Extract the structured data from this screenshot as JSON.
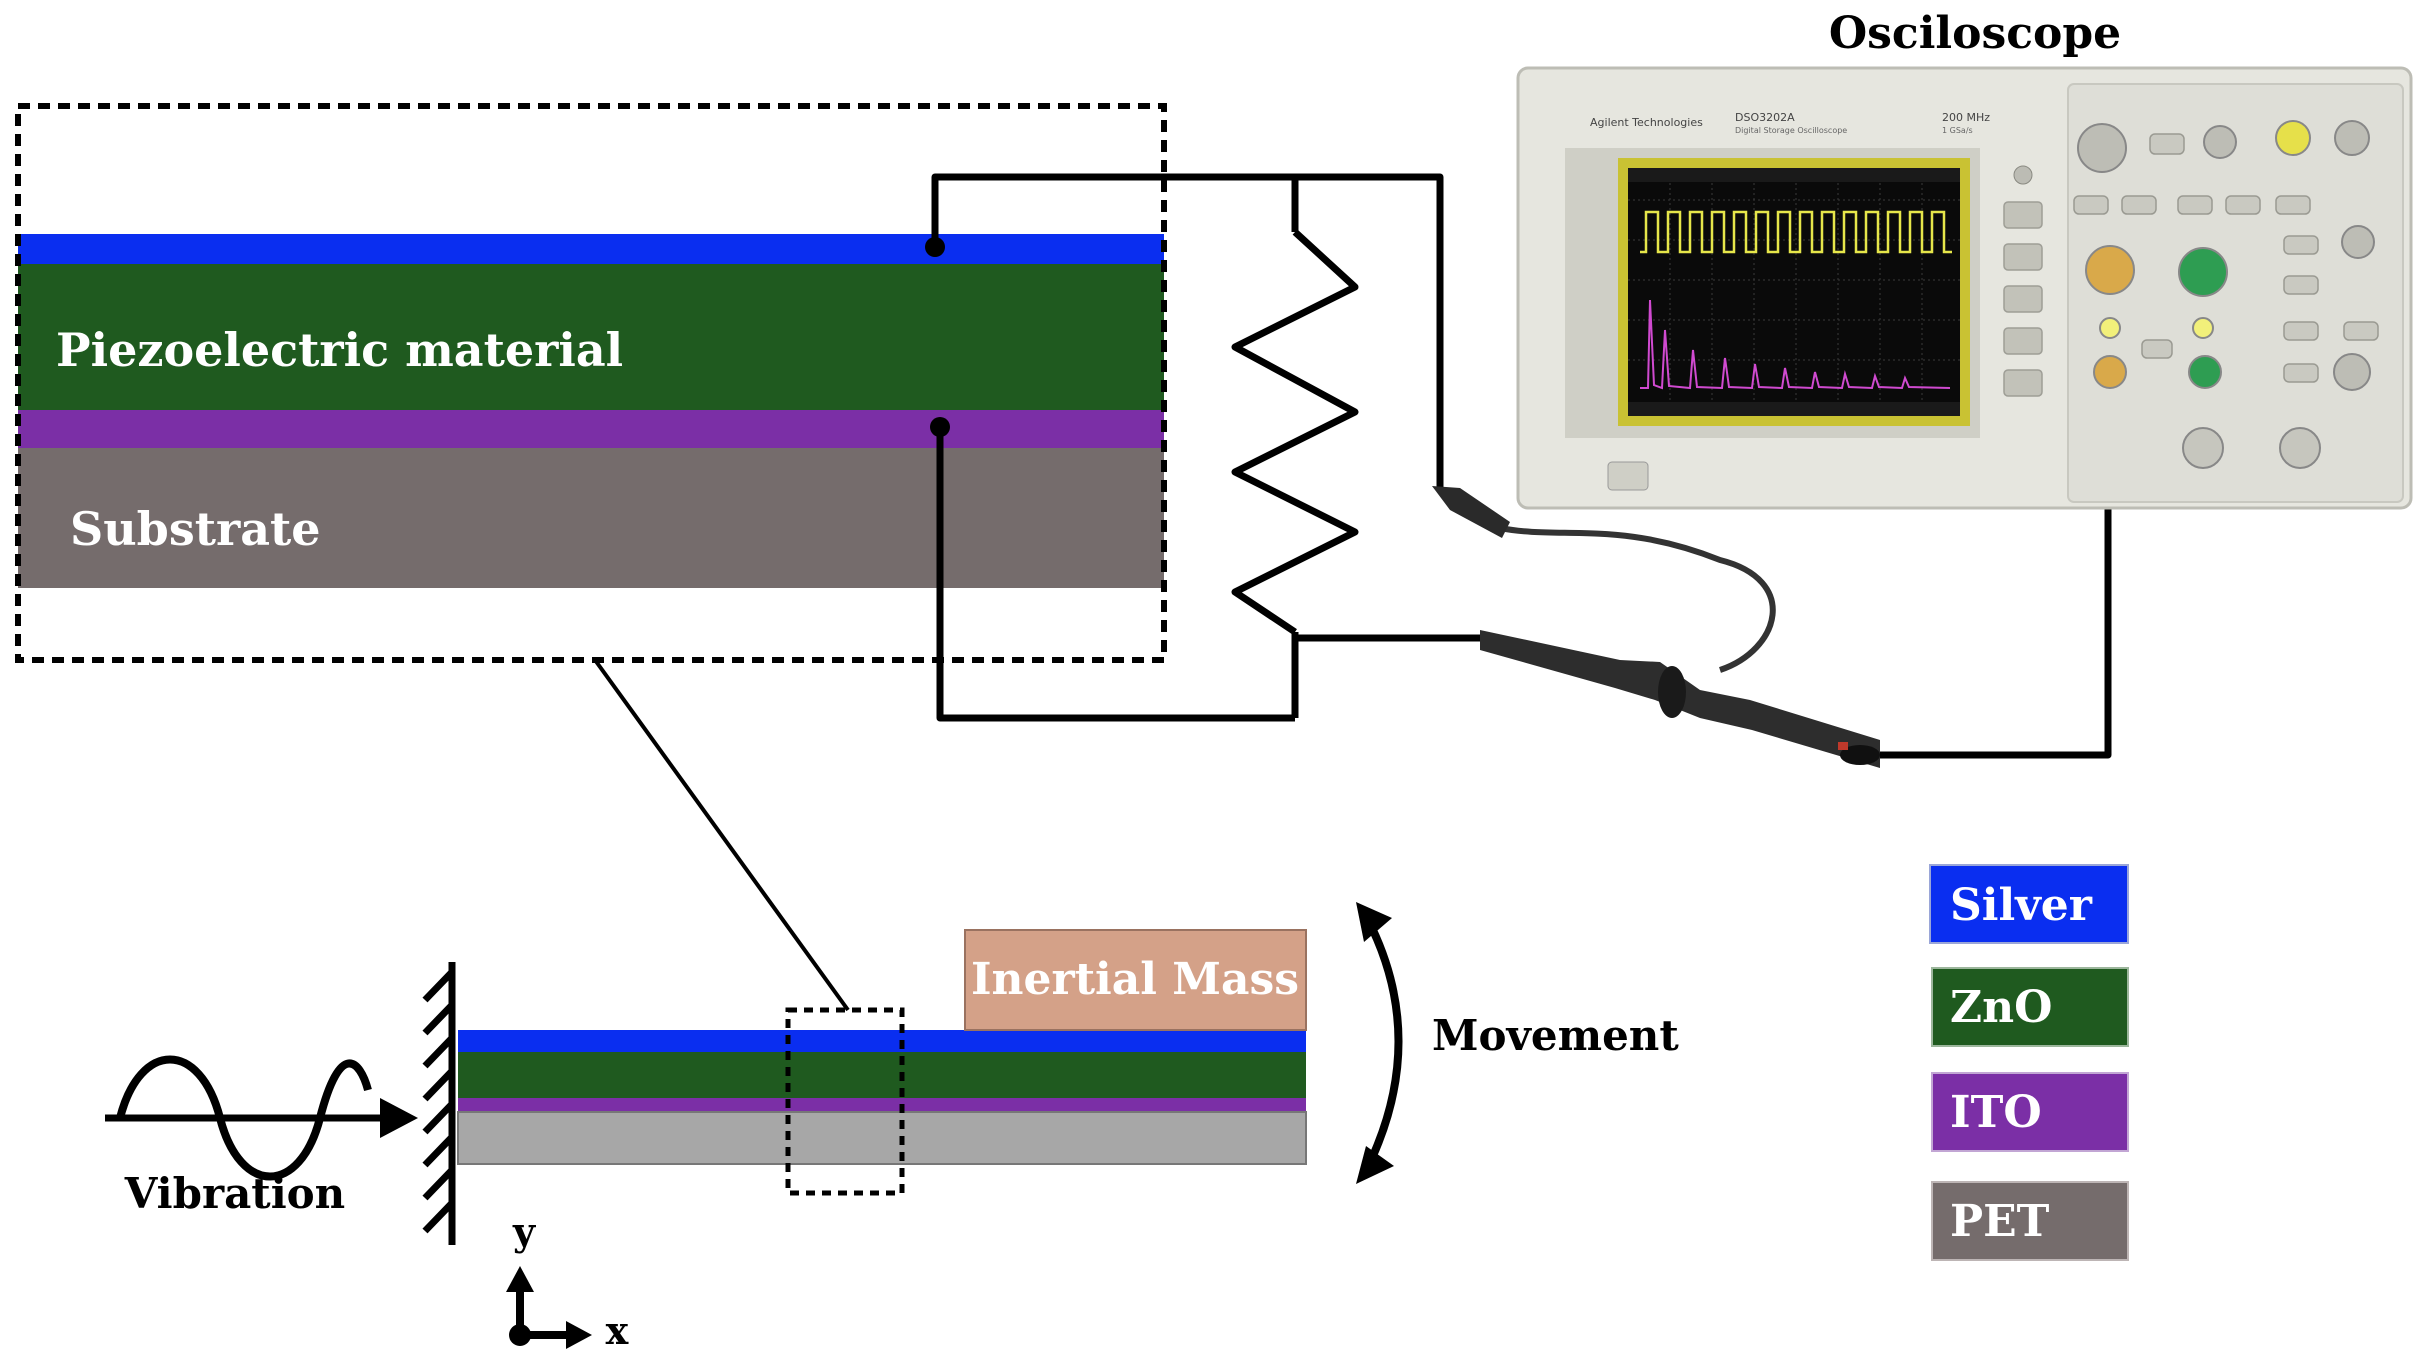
{
  "title": "Osciloscope",
  "layers": {
    "piezo_label": "Piezoelectric material",
    "substrate_label": "Substrate"
  },
  "beam": {
    "mass_label": "Inertial Mass",
    "movement_label": "Movement",
    "vibration_label": "Vibration"
  },
  "axes": {
    "y": "y",
    "x": "x"
  },
  "legend": [
    {
      "label": "Silver",
      "color": "#0a2ef0"
    },
    {
      "label": "ZnO",
      "color": "#1f5a1f"
    },
    {
      "label": "ITO",
      "color": "#7b2fa6"
    },
    {
      "label": "PET",
      "color": "#756c6c"
    }
  ],
  "colors": {
    "silver": "#0a2ef0",
    "zno": "#1f5a1f",
    "ito": "#7b2fa6",
    "pet": "#756c6c",
    "pet_beam": "#a7a7a7",
    "mass": "#d4a188",
    "scope_body": "#e6e6df",
    "screen_trace_1": "#e6e64a",
    "screen_trace_2": "#d04ad0"
  },
  "scope": {
    "brand": "Agilent Technologies",
    "model": "DSO3202A",
    "model_sub": "Digital Storage Oscilloscope",
    "bandwidth": "200 MHz",
    "sample_rate": "1 GSa/s"
  }
}
